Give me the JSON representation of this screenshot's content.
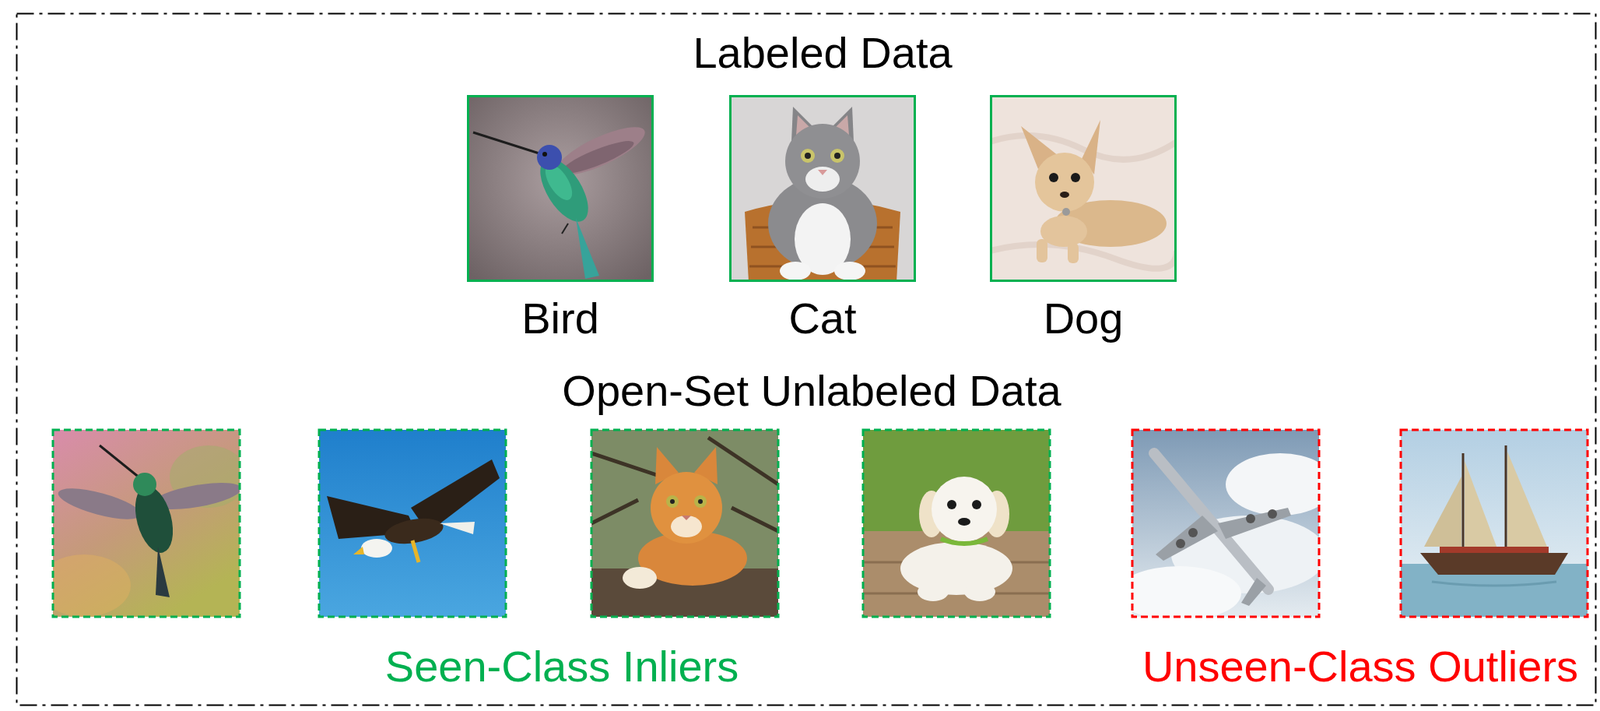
{
  "diagram": {
    "nodes": [
      {
        "text": [
          "Labeled Data",
          "Open-Set Unlabeled Data",
          "Seen-Class Inliers",
          "Unseen-Class Outliers"
        ]
      },
      {
        "text": [
          "Bird"
        ],
        "in": 0
      },
      {
        "text": [
          "Cat"
        ],
        "in": 0
      },
      {
        "text": [
          "Dog"
        ],
        "in": 0
      }
    ]
  }
}
